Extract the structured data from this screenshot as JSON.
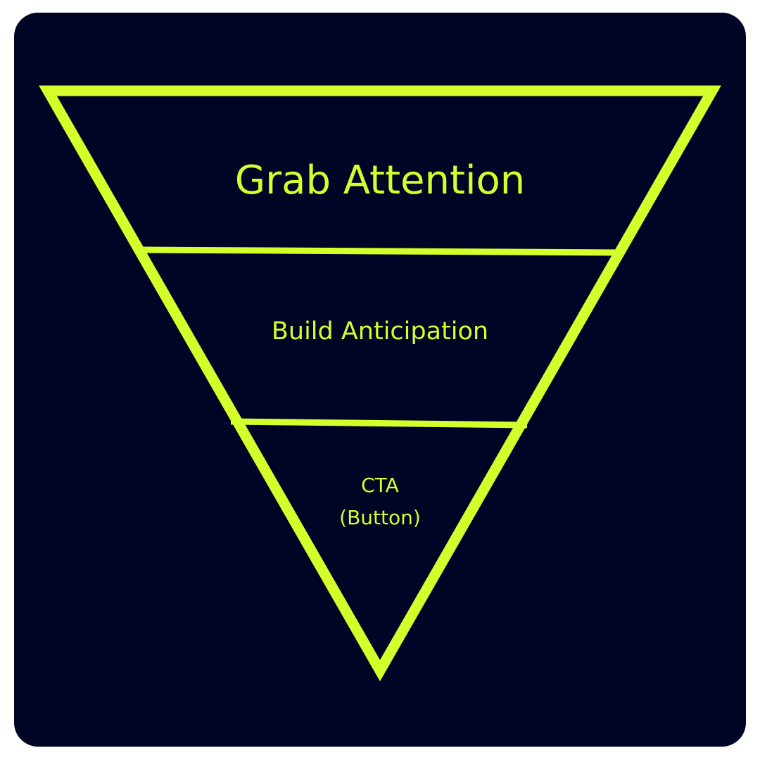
{
  "colors": {
    "background": "#000525",
    "accent": "#d4ff2a",
    "page": "#ffffff"
  },
  "funnel": {
    "stages": [
      {
        "label": "Grab Attention"
      },
      {
        "label": "Build Anticipation"
      },
      {
        "label": "CTA",
        "sublabel": "(Button)"
      }
    ]
  }
}
